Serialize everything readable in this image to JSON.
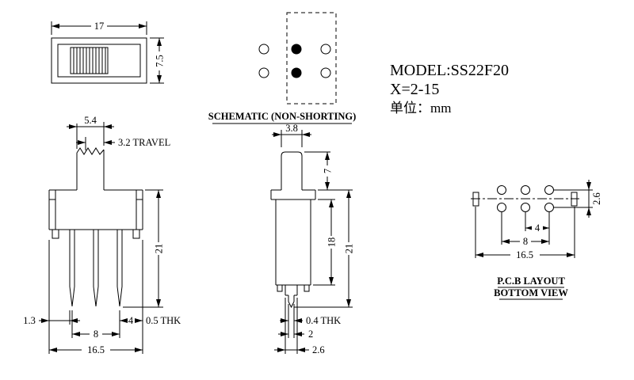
{
  "background": "#ffffff",
  "line_color": "#000000",
  "title_block": {
    "model": "MODEL:SS22F20",
    "spec": "X=2-15",
    "unit": "单位：mm"
  },
  "schematic": {
    "caption": "SCHEMATIC (NON-SHORTING)"
  },
  "top_view": {
    "dim_width": "17",
    "dim_height": "7.5"
  },
  "front_view": {
    "dim_knob_width": "5.4",
    "dim_travel": "3.2 TRAVEL",
    "dim_height": "21",
    "dim_edge_offset": "1.3",
    "dim_pin_span": "8",
    "dim_pin_pitch": "4",
    "dim_pin_thickness": "0.5 THK",
    "dim_body_width": "16.5"
  },
  "side_view": {
    "dim_knob_width": "3.8",
    "dim_knob_height": "7",
    "dim_body_height": "18",
    "dim_height": "21",
    "dim_pin_thickness": "0.4 THK",
    "dim_pin_width": "2",
    "dim_pin_base": "2.6"
  },
  "pcb": {
    "dim_row_pitch": "2.6",
    "dim_hole_pitch": "4",
    "dim_hole_span": "8",
    "dim_overall": "16.5",
    "caption_line1": "P.C.B LAYOUT",
    "caption_line2": "BOTTOM VIEW"
  }
}
